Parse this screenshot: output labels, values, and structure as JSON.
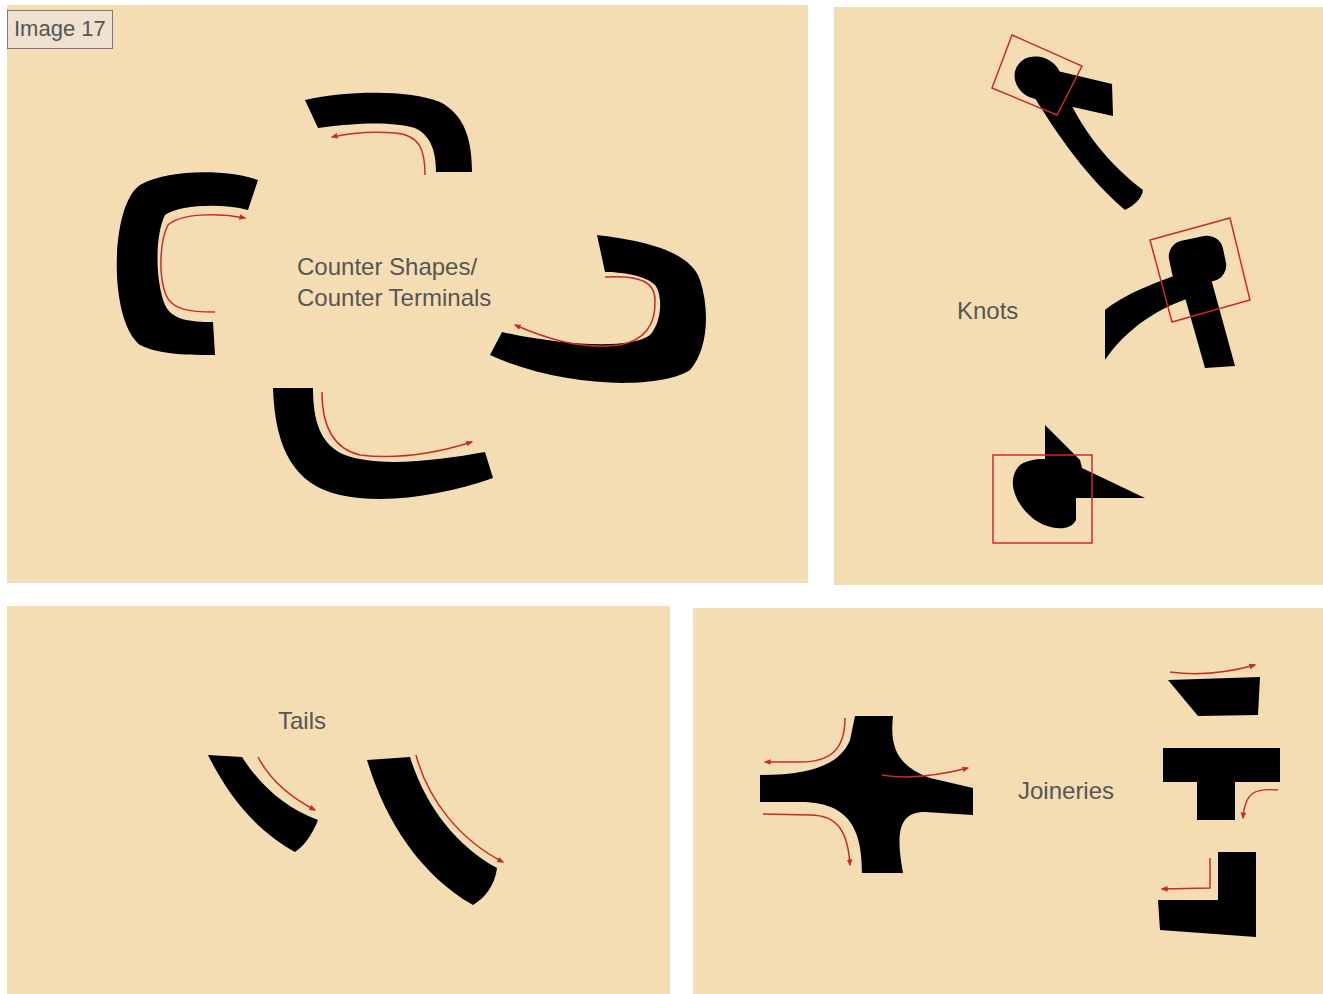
{
  "diagram": {
    "nodes": [
      {
        "text": [
          "Counter Shapes/ Counter Terminals"
        ]
      },
      {
        "text": [
          "Image 17"
        ],
        "in": 0
      },
      {
        "text": [
          "Knots"
        ]
      },
      {
        "text": [
          "Tails"
        ]
      },
      {
        "text": [
          "Joineries"
        ]
      }
    ]
  }
}
